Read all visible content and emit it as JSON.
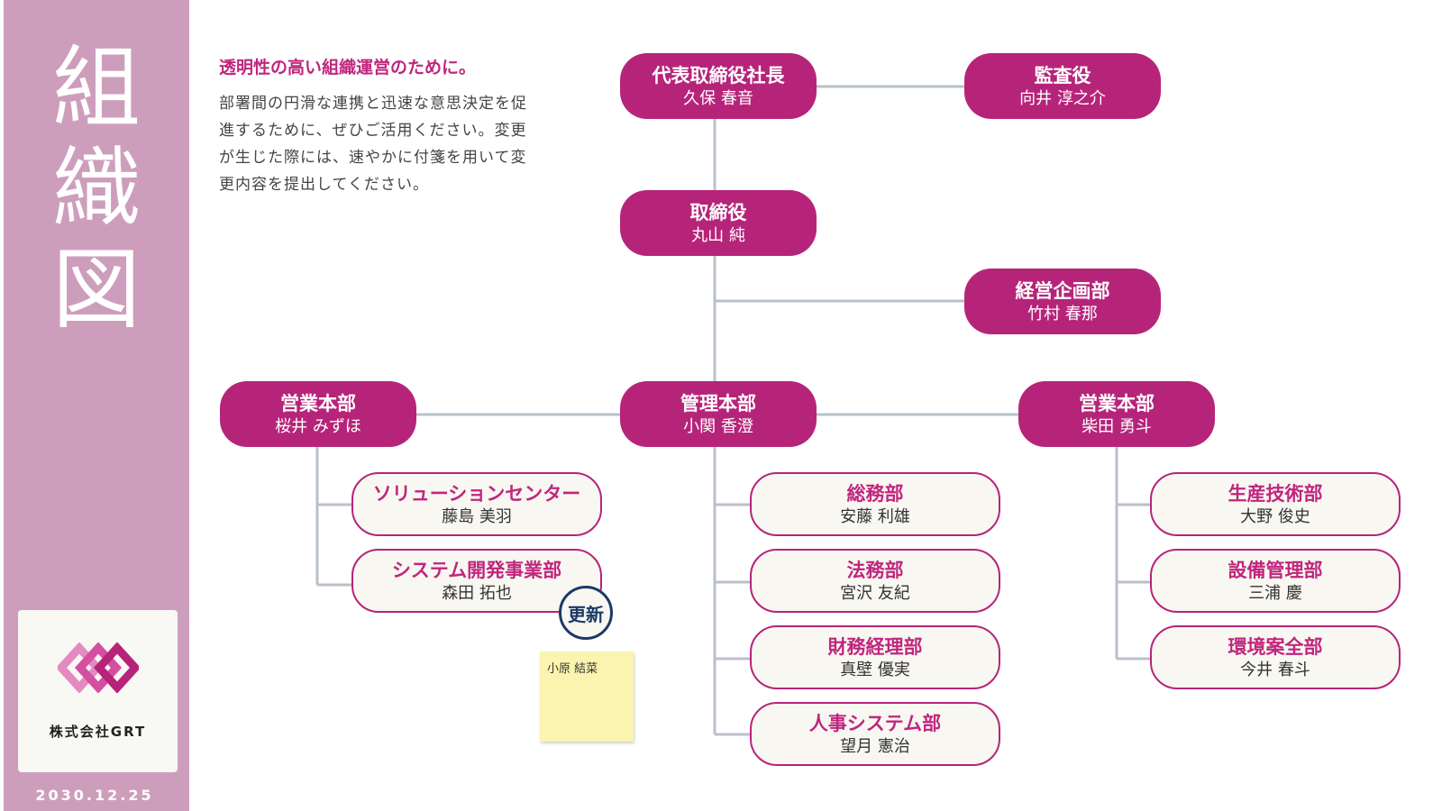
{
  "sidebar": {
    "title_chars": [
      "組",
      "織",
      "図"
    ],
    "company": "株式会社GRT",
    "date": "2030.12.25"
  },
  "intro": {
    "headline": "透明性の高い組織運営のために。",
    "description": "部署間の円滑な連携と迅速な意思決定を促進するために、ぜひご活用ください。変更が生じた際には、速やかに付箋を用いて変更内容を提出してください。"
  },
  "org": {
    "president": {
      "title": "代表取締役社長",
      "name": "久保 春音"
    },
    "auditor": {
      "title": "監査役",
      "name": "向井 淳之介"
    },
    "director": {
      "title": "取締役",
      "name": "丸山 純"
    },
    "planning": {
      "title": "経営企画部",
      "name": "竹村 春那"
    },
    "hq_left": {
      "title": "営業本部",
      "name": "桜井 みずほ"
    },
    "hq_center": {
      "title": "管理本部",
      "name": "小関 香澄"
    },
    "hq_right": {
      "title": "営業本部",
      "name": "柴田 勇斗"
    },
    "left_depts": [
      {
        "title": "ソリューションセンター",
        "name": "藤島 美羽"
      },
      {
        "title": "システム開発事業部",
        "name": "森田 拓也"
      }
    ],
    "center_depts": [
      {
        "title": "総務部",
        "name": "安藤 利雄"
      },
      {
        "title": "法務部",
        "name": "宮沢 友紀"
      },
      {
        "title": "財務経理部",
        "name": "真壁 優実"
      },
      {
        "title": "人事システム部",
        "name": "望月 憲治"
      }
    ],
    "right_depts": [
      {
        "title": "生産技術部",
        "name": "大野 俊史"
      },
      {
        "title": "設備管理部",
        "name": "三浦 慶"
      },
      {
        "title": "環境案全部",
        "name": "今井 春斗"
      }
    ]
  },
  "update": {
    "badge": "更新",
    "sticky_note": "小原 結菜"
  },
  "colors": {
    "accent": "#b6247a",
    "sidebar": "#cd9ebc",
    "connector": "#b9c0c9",
    "badge": "#1a3a66",
    "sticky": "#faf4b0"
  }
}
